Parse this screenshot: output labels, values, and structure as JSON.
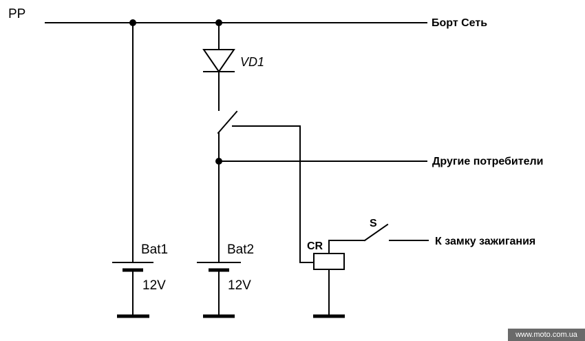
{
  "labels": {
    "pp": "PP",
    "bort_set": "Борт Сеть",
    "vd1": "VD1",
    "drugie": "Другие потребители",
    "s": "S",
    "cr": "CR",
    "zamok": "К замку зажигания",
    "bat1": "Bat1",
    "bat1_voltage": "12V",
    "bat2": "Bat2",
    "bat2_voltage": "12V"
  },
  "watermark": "www.moto.com.ua"
}
